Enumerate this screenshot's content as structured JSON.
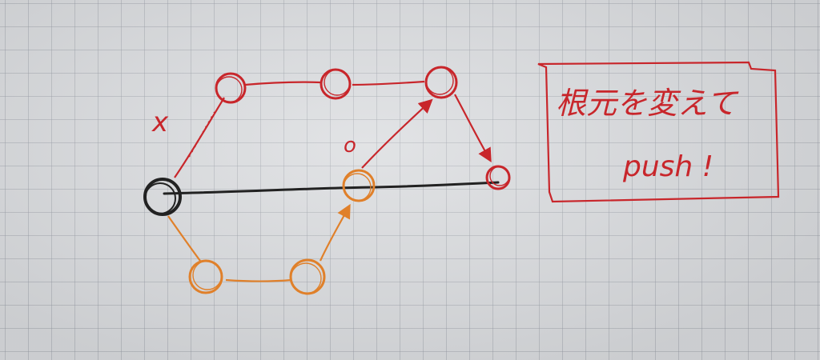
{
  "colors": {
    "red": "#c8262b",
    "orange": "#e0802a",
    "black": "#222222"
  },
  "labels": {
    "cross_mark": "x",
    "circle_mark": "o"
  },
  "note": {
    "line1": "根元を変えて",
    "line2": "push !"
  }
}
